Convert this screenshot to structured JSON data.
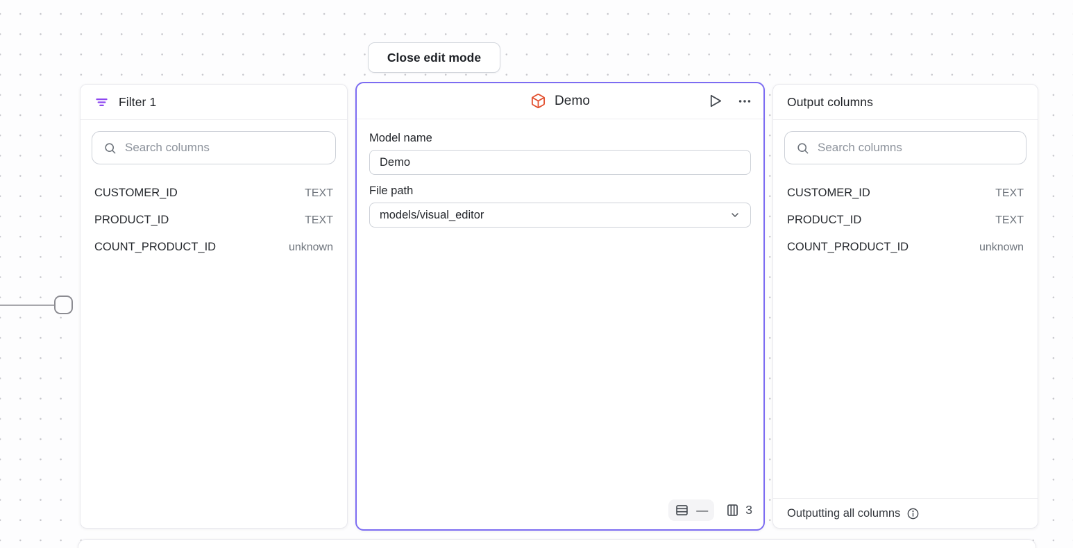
{
  "toolbar": {
    "close_edit_mode_label": "Close edit mode"
  },
  "filter_panel": {
    "title": "Filter 1",
    "accent_color": "#8e48f0",
    "search_placeholder": "Search columns",
    "columns": [
      {
        "name": "CUSTOMER_ID",
        "type": "TEXT"
      },
      {
        "name": "PRODUCT_ID",
        "type": "TEXT"
      },
      {
        "name": "COUNT_PRODUCT_ID",
        "type": "unknown"
      }
    ]
  },
  "model_panel": {
    "title": "Demo",
    "icon_color": "#e2502f",
    "selected_border_color": "#7c6cf2",
    "model_name_label": "Model name",
    "model_name_value": "Demo",
    "file_path_label": "File path",
    "file_path_value": "models/visual_editor",
    "footer": {
      "row_count_display": "—",
      "column_count": "3"
    }
  },
  "output_panel": {
    "title": "Output columns",
    "search_placeholder": "Search columns",
    "columns": [
      {
        "name": "CUSTOMER_ID",
        "type": "TEXT"
      },
      {
        "name": "PRODUCT_ID",
        "type": "TEXT"
      },
      {
        "name": "COUNT_PRODUCT_ID",
        "type": "unknown"
      }
    ],
    "footer_text": "Outputting all columns"
  }
}
